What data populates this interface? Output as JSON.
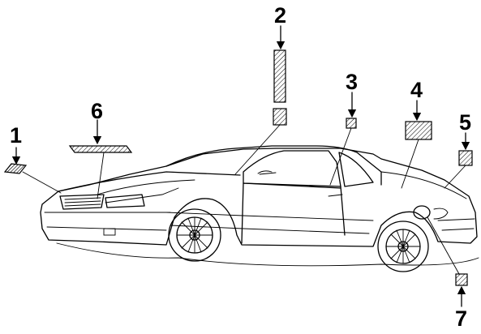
{
  "callouts": [
    {
      "id": "c1",
      "number": "1"
    },
    {
      "id": "c2",
      "number": "2"
    },
    {
      "id": "c3",
      "number": "3"
    },
    {
      "id": "c4",
      "number": "4"
    },
    {
      "id": "c5",
      "number": "5"
    },
    {
      "id": "c6",
      "number": "6"
    },
    {
      "id": "c7",
      "number": "7"
    }
  ],
  "colors": {
    "ink": "#000000",
    "paper": "#ffffff"
  }
}
